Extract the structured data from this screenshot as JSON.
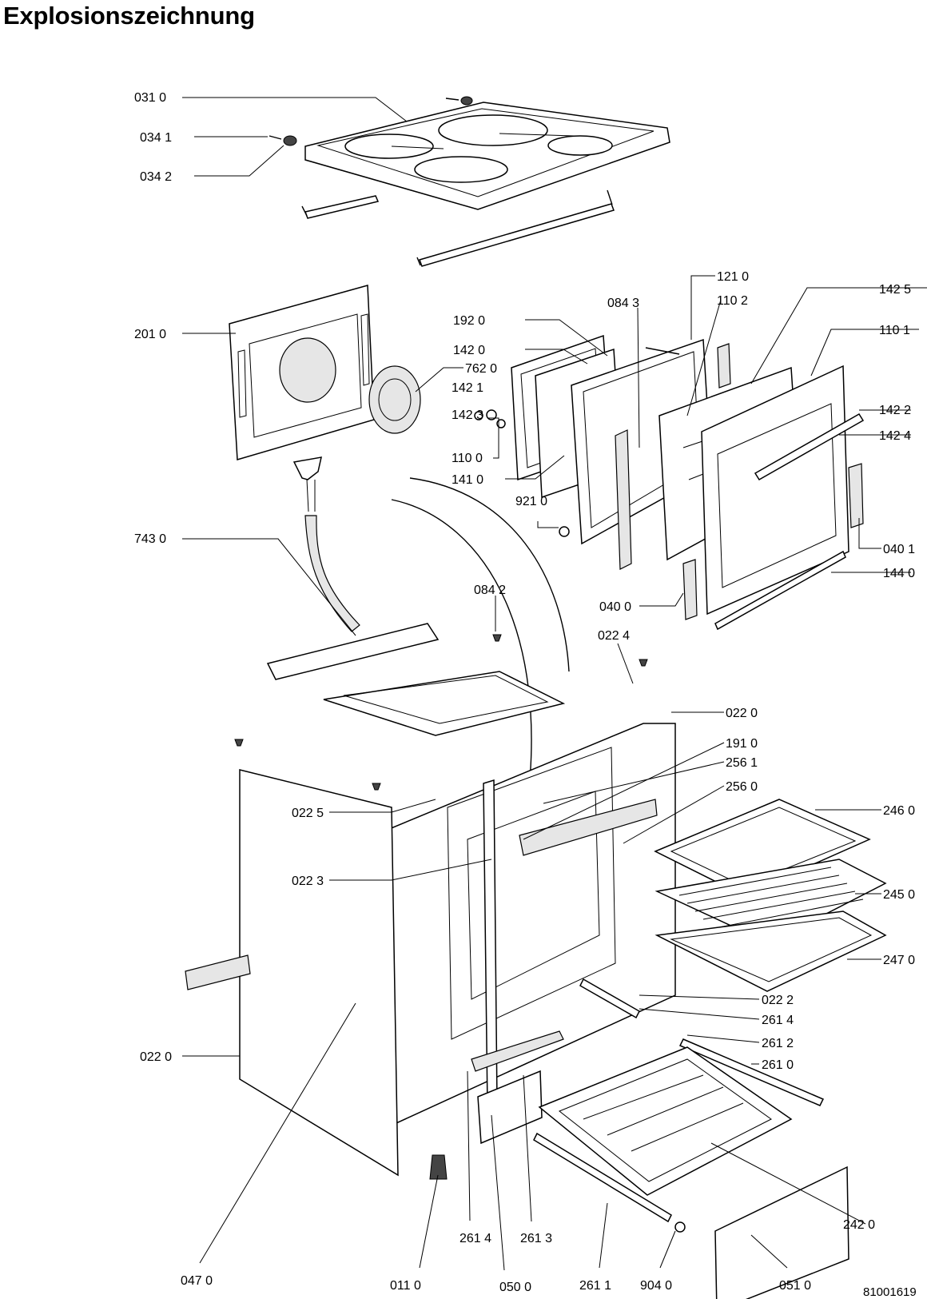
{
  "title": "Explosionszeichnung",
  "drawing_number": "81001619",
  "parts": [
    "031 0",
    "034 1",
    "034 2",
    "201 0",
    "743 0",
    "121 0",
    "084 3",
    "110 2",
    "142 5",
    "110 1",
    "192 0",
    "142 0",
    "762 0",
    "142 1",
    "142 2",
    "142 3",
    "142 4",
    "110 0",
    "141 0",
    "921 0",
    "040 1",
    "144 0",
    "040 0",
    "084 2",
    "022 4",
    "022 0",
    "191 0",
    "256 1",
    "256 0",
    "022 5",
    "022 3",
    "246 0",
    "245 0",
    "247 0",
    "022 2",
    "261 4",
    "261 2",
    "261 0",
    "022 0",
    "047 0",
    "011 0",
    "261 4",
    "261 3",
    "050 0",
    "261 1",
    "904 0",
    "051 0",
    "242 0"
  ]
}
